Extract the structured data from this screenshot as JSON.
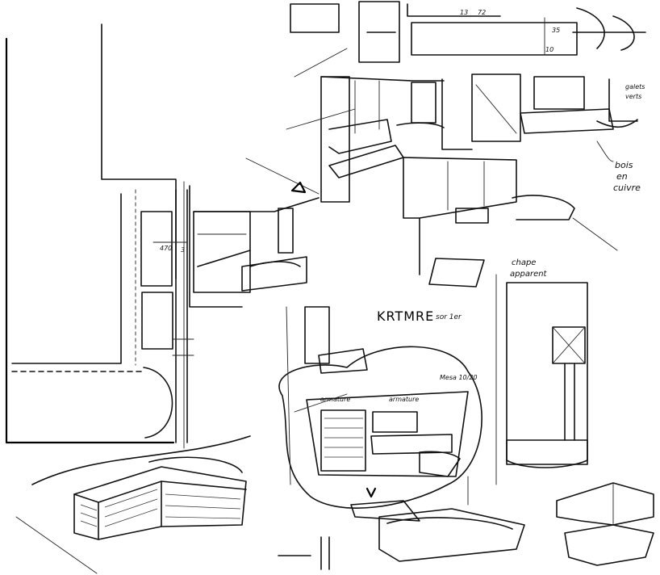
{
  "notes": {
    "title": "KRTMRE",
    "title_sub": "sor 1er",
    "mesa": "Mesa 10/20",
    "annotation_left": "armature",
    "annotation_mid": "armature",
    "chape_1": "chape",
    "chape_2": "apparent",
    "bois_1": "bois",
    "bois_2": "en",
    "bois_3": "cuivre",
    "top_right_1": "galets",
    "top_right_2": "verts",
    "dim_470": "470",
    "dim_3": "3",
    "dim_13": "13",
    "dim_72": "72",
    "dim_35": "35",
    "dim_10": "10"
  },
  "colors": {
    "ink": "#111111",
    "paper": "#ffffff"
  }
}
